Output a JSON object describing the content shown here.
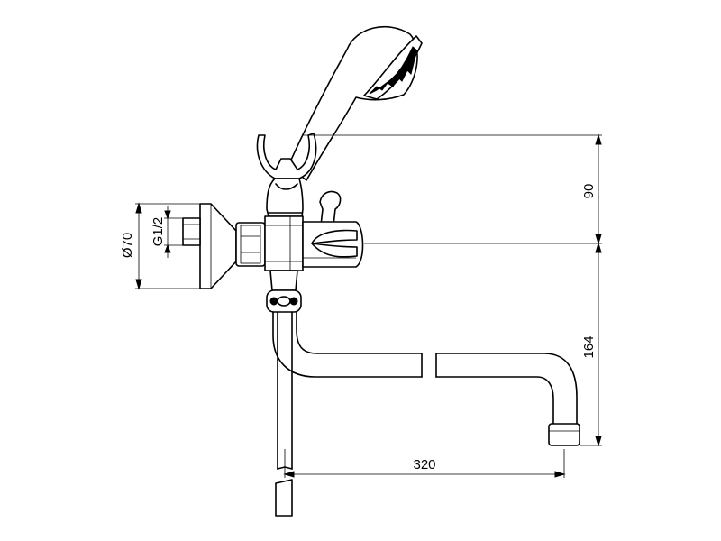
{
  "dimensions": {
    "height_top": "90",
    "height_spout": "164",
    "spout_reach": "320",
    "flange_diameter": "Ø70",
    "thread": "G1/2"
  }
}
